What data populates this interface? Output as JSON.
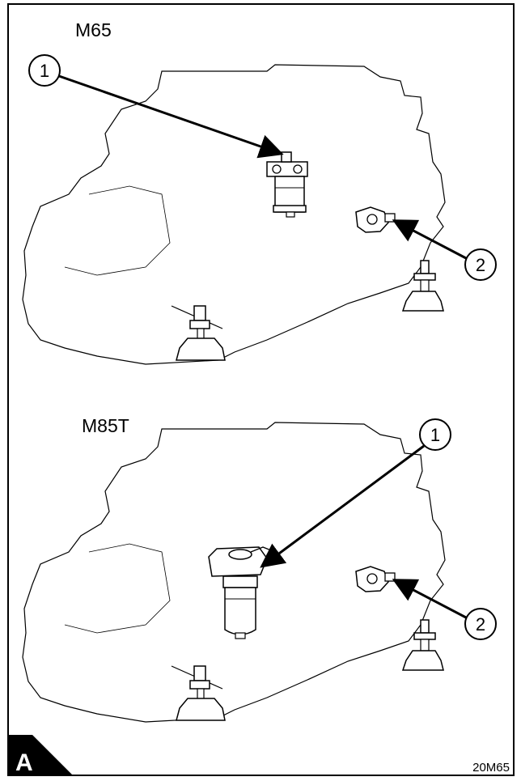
{
  "figure": {
    "panel_letter": "A",
    "reference_code": "20M65"
  },
  "panels": [
    {
      "model": "M65",
      "callouts": [
        {
          "number": "1",
          "target": "fuel-filter"
        },
        {
          "number": "2",
          "target": "lift-pump"
        }
      ]
    },
    {
      "model": "M85T",
      "callouts": [
        {
          "number": "1",
          "target": "fuel-filter"
        },
        {
          "number": "2",
          "target": "lift-pump"
        }
      ]
    }
  ]
}
